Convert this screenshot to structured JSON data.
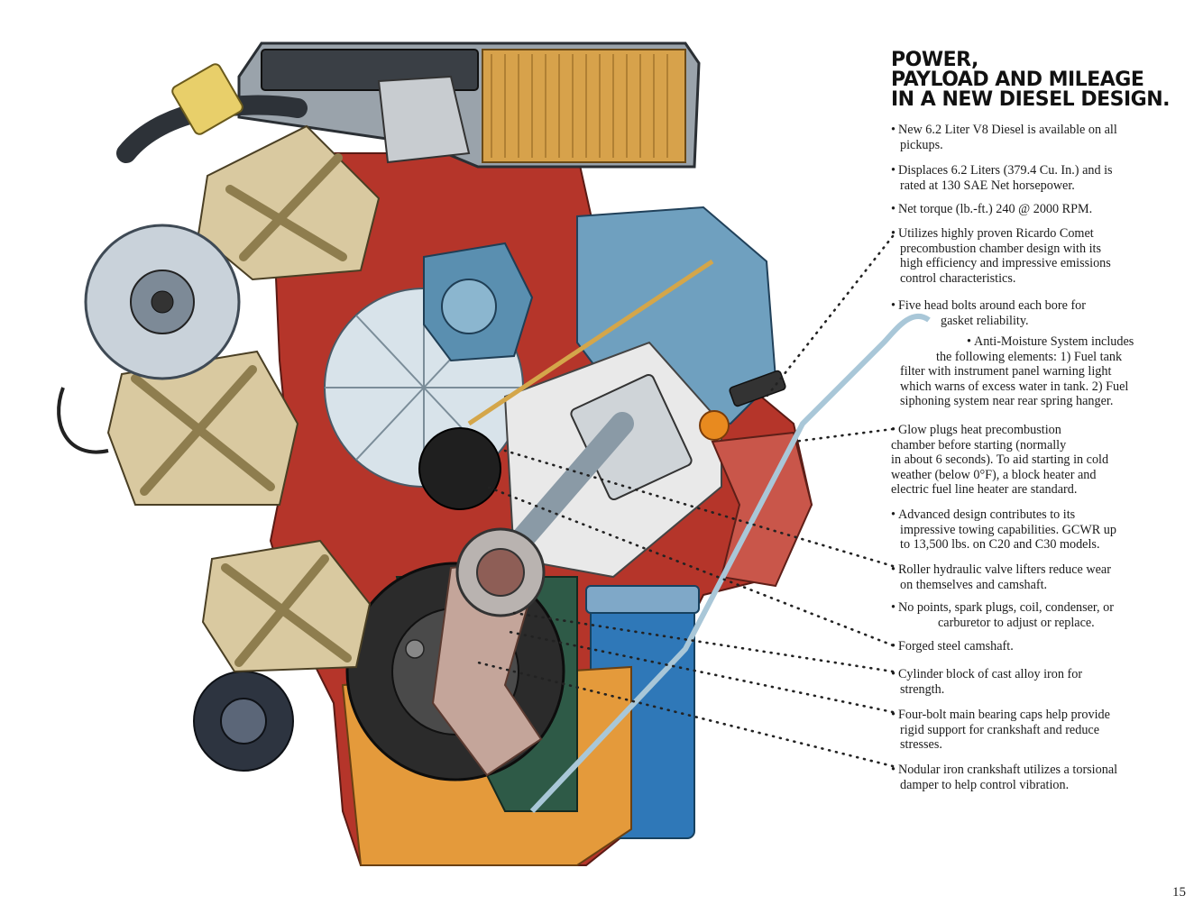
{
  "headline": {
    "line1": "POWER,",
    "line2": "PAYLOAD AND MILEAGE",
    "line3": "IN A NEW DIESEL DESIGN."
  },
  "bullet_marker": "•",
  "features": [
    {
      "lines": [
        "New 6.2 Liter V8 Diesel is available on all",
        "pickups."
      ]
    },
    {
      "lines": [
        "Displaces 6.2 Liters (379.4 Cu. In.) and is",
        "rated at 130 SAE Net horsepower."
      ]
    },
    {
      "lines": [
        "Net torque (lb.-ft.) 240 @ 2000 RPM."
      ]
    },
    {
      "lines": [
        "Utilizes highly proven Ricardo Comet",
        "precombustion chamber design with its",
        "high efficiency and impressive emissions",
        "control characteristics."
      ]
    },
    {
      "lines": [
        "Five head bolts around each bore for",
        "gasket reliability."
      ]
    },
    {
      "lines": [
        "Anti-Moisture System includes",
        "the following elements: 1) Fuel tank",
        "filter with instrument panel warning light",
        "which warns of excess water in tank. 2) Fuel",
        "siphoning system near rear spring hanger."
      ]
    },
    {
      "lines": [
        "Glow plugs heat precombustion",
        "chamber before starting (normally",
        "in about 6 seconds). To aid starting in cold",
        "weather (below 0°F), a block heater and",
        "electric fuel line heater are standard."
      ]
    },
    {
      "lines": [
        "Advanced design contributes to its",
        "impressive towing capabilities. GCWR up",
        "to 13,500 lbs. on C20 and C30 models."
      ]
    },
    {
      "lines": [
        "Roller hydraulic valve lifters reduce wear",
        "on themselves and camshaft."
      ]
    },
    {
      "lines": [
        "No points, spark plugs, coil, condenser, or",
        "carburetor to adjust or replace."
      ]
    },
    {
      "lines": [
        "Forged steel camshaft."
      ]
    },
    {
      "lines": [
        "Cylinder block of cast alloy iron for",
        "strength."
      ]
    },
    {
      "lines": [
        "Four-bolt main bearing caps help provide",
        "rigid support for crankshaft and reduce",
        "stresses."
      ]
    },
    {
      "lines": [
        "Nodular iron crankshaft utilizes a torsional",
        "damper to help control vibration."
      ]
    }
  ],
  "page_number": "15",
  "colors": {
    "block_red": "#b5352a",
    "steel_blue": "#5a8fb0",
    "cream": "#d9c9a0",
    "yellow": "#e8cf6a",
    "oil_filter_blue": "#2f78b8",
    "green": "#2e5a47",
    "orange": "#e49a3b"
  }
}
